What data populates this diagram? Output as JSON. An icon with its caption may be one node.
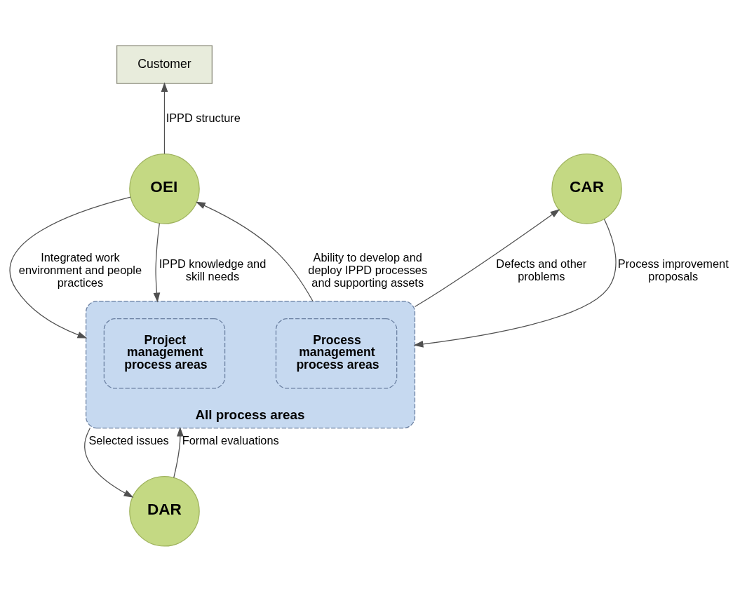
{
  "diagram": {
    "nodes": [
      {
        "text": [
          "Customer"
        ]
      },
      {
        "text": [
          "OEI"
        ]
      },
      {
        "text": [
          "CAR"
        ]
      },
      {
        "text": [
          "All process areas"
        ]
      },
      {
        "text": [
          "Process management process areas"
        ],
        "in": 3
      },
      {
        "text": [
          "Project management process areas"
        ],
        "in": 3
      },
      {
        "text": [
          "DAR"
        ]
      }
    ],
    "edges": [
      {
        "from": 1,
        "to": 0,
        "arrow": "to",
        "label": "IPPD structure"
      },
      {
        "from": 3,
        "to": 1,
        "arrow": "to",
        "label": "Ability to develop and deploy IPPD processes and supporting assets"
      },
      {
        "from": 1,
        "to": 3,
        "arrow": "to",
        "label": "IPPD knowledge and skill needs"
      },
      {
        "from": 1,
        "to": 3,
        "arrow": "to",
        "label": "Integrated work environment and people practices"
      },
      {
        "from": 2,
        "to": 3,
        "arrow": "to",
        "label": "Process improvement proposals"
      },
      {
        "from": 3,
        "to": 2,
        "arrow": "to",
        "label": "Defects and other problems"
      },
      {
        "from": 3,
        "to": 6,
        "arrow": "to",
        "label": "Selected issues"
      },
      {
        "from": 6,
        "to": 3,
        "arrow": "to",
        "label": "Formal evaluations"
      }
    ]
  }
}
